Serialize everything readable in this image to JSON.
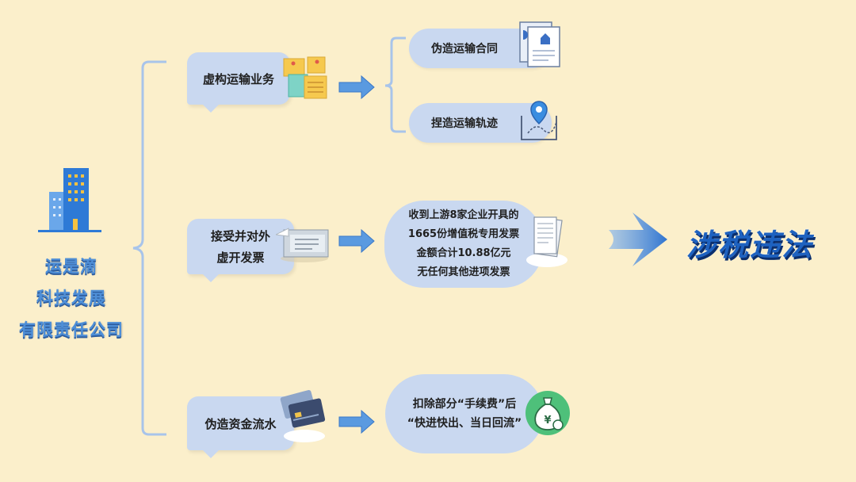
{
  "company": {
    "name_lines": [
      "运是滴",
      "科技发展",
      "有限责任公司"
    ]
  },
  "branches": {
    "fictitious_transport": {
      "label": "虚构运输业务",
      "sub_items": [
        "伪造运输合同",
        "捏造运输轨迹"
      ]
    },
    "invoices": {
      "label_lines": [
        "接受并对外",
        "虚开发票"
      ],
      "detail_lines": [
        "收到上游8家企业开具的",
        "1665份增值税专用发票",
        "金额合计10.88亿元",
        "无任何其他进项发票"
      ]
    },
    "fund_flow": {
      "label": "伪造资金流水",
      "detail_lines": [
        "扣除部分“手续费”后",
        "“快进快出、当日回流”"
      ]
    }
  },
  "result": {
    "label": "涉税违法"
  },
  "colors": {
    "background": "#fbefcb",
    "node": "#c9d8f0",
    "accent": "#4e8fd8",
    "result": "#1e62c0"
  }
}
